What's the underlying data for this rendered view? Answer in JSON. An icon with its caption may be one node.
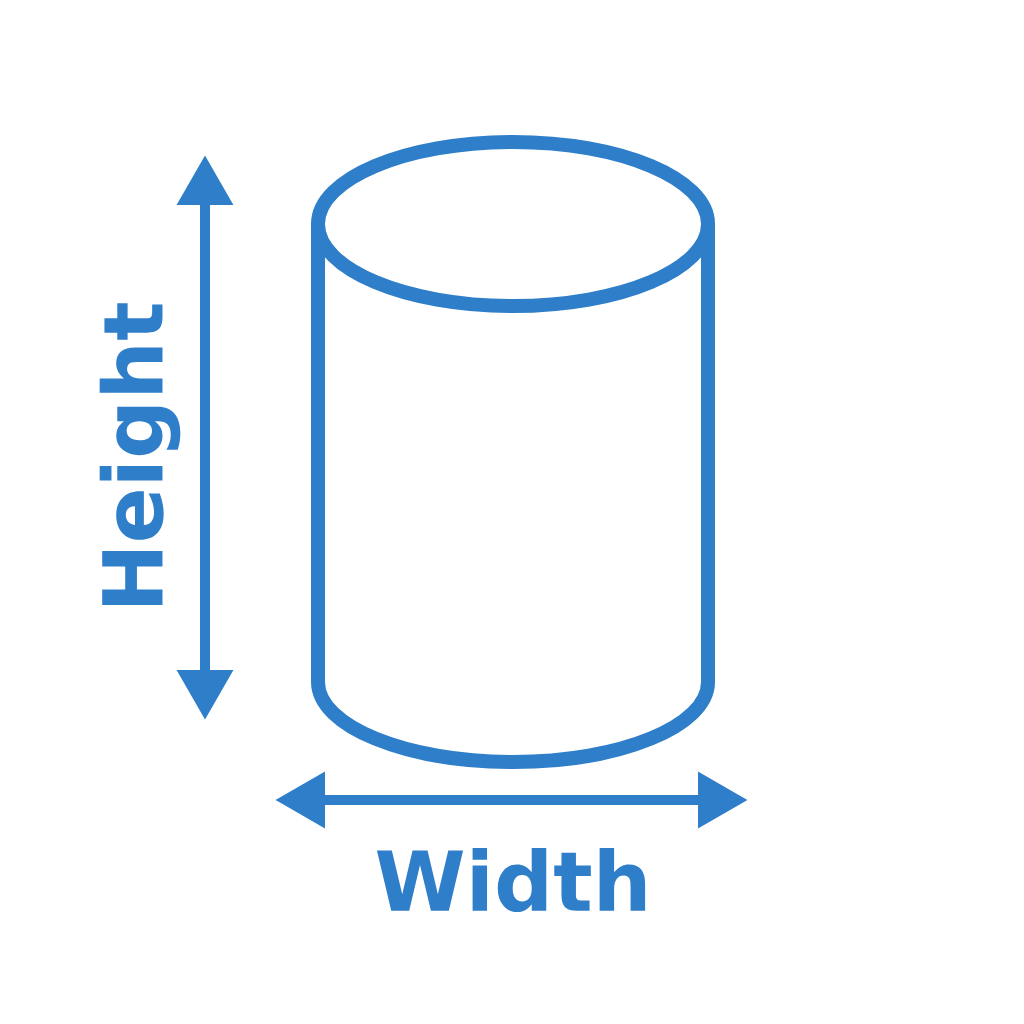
{
  "diagram": {
    "nodes": [
      {
        "text": [],
        "shape": "cylinder"
      }
    ],
    "labels": [
      "Height",
      "Width"
    ]
  }
}
